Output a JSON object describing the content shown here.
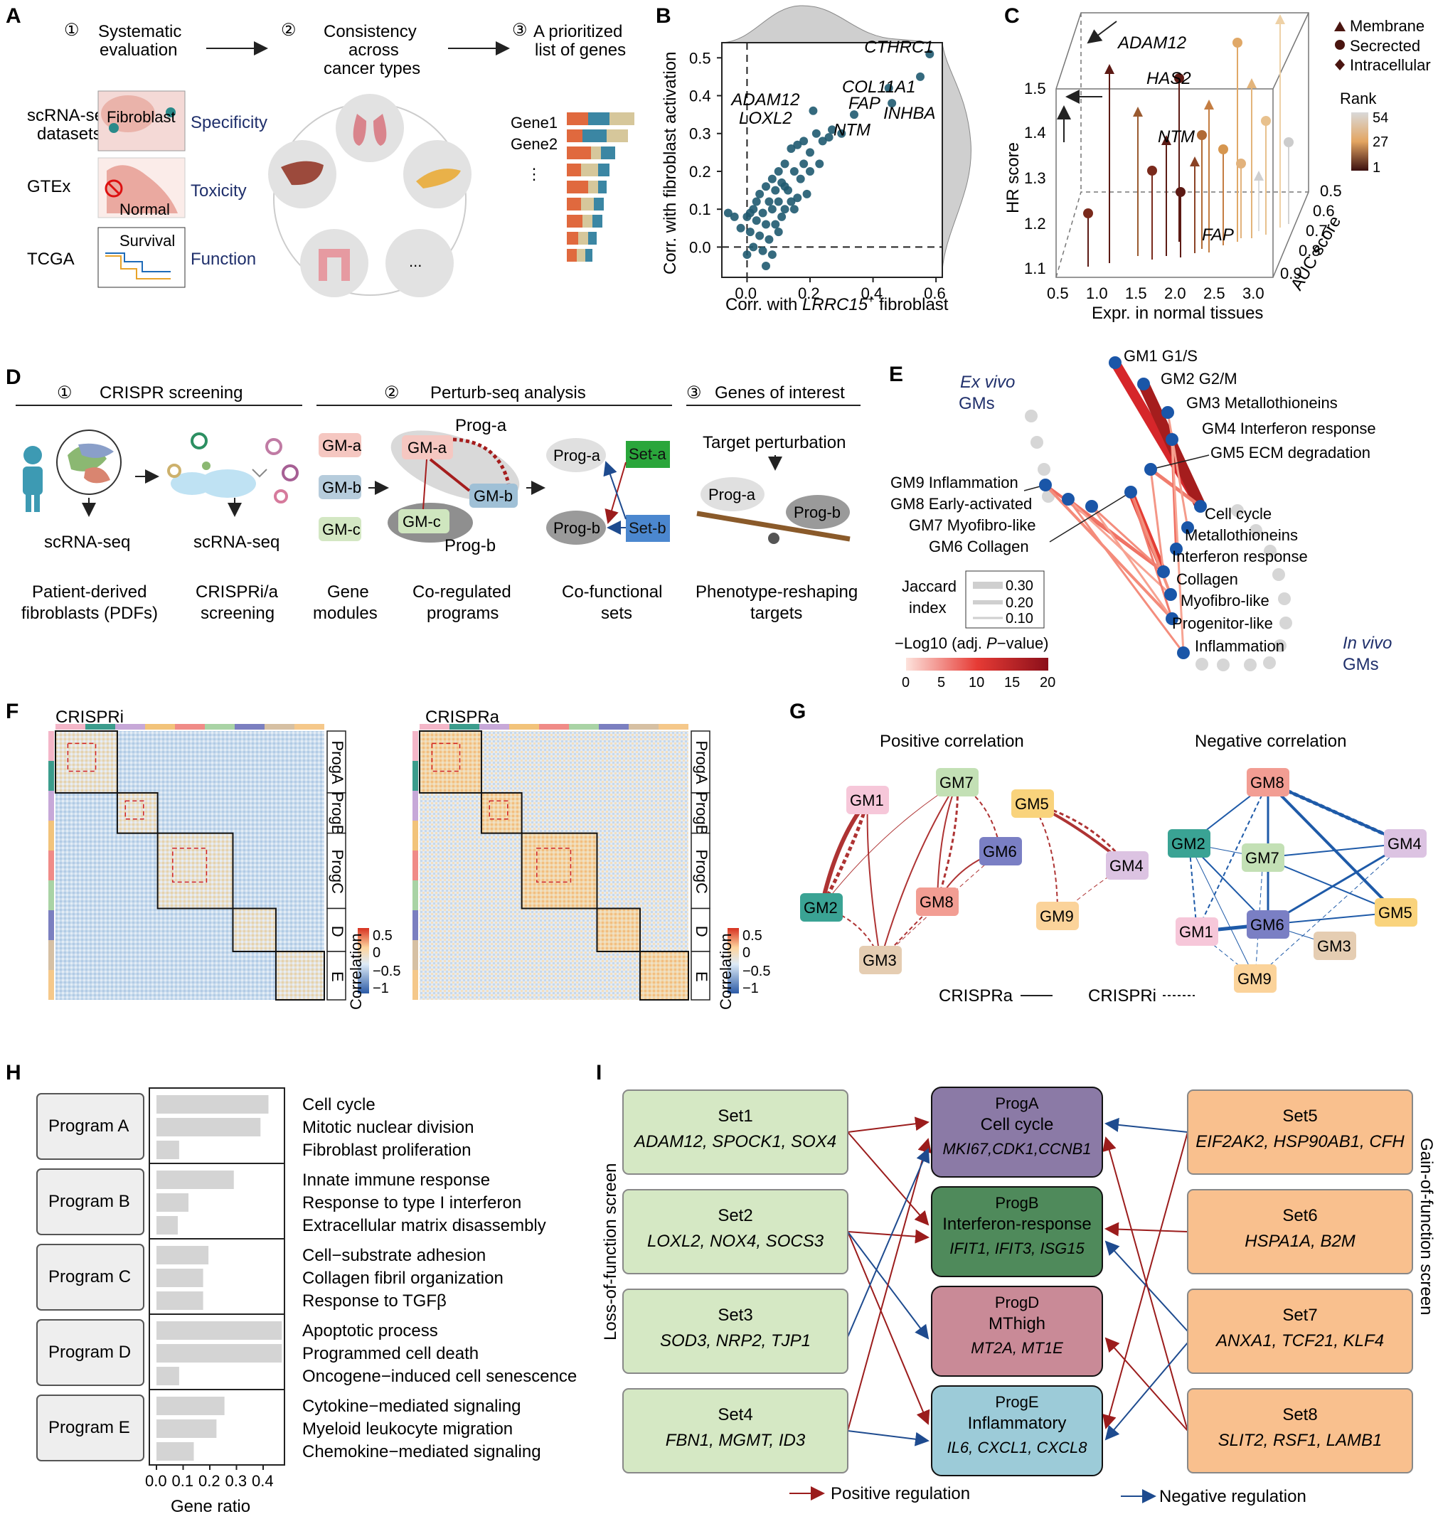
{
  "panels": {
    "A": {
      "label": "A",
      "steps": [
        {
          "num": "①",
          "line1": "Systematic",
          "line2": "evaluation",
          "line3": ""
        },
        {
          "num": "②",
          "line1": "Consistency",
          "line2": "across",
          "line3": "cancer types"
        },
        {
          "num": "③",
          "line1": "A prioritized",
          "line2": "list of genes",
          "line3": ""
        }
      ],
      "rows": [
        {
          "source_line1": "scRNA-seq",
          "source_line2": "datasets",
          "inset": "Fibroblast",
          "criterion": "Specificity"
        },
        {
          "source_line1": "GTEx",
          "source_line2": "",
          "inset": "Normal",
          "criterion": "Toxicity"
        },
        {
          "source_line1": "TCGA",
          "source_line2": "",
          "inset": "Survival",
          "criterion": "Function"
        }
      ],
      "genes": [
        "Gene1",
        "Gene2",
        "⋮"
      ],
      "dots": "..."
    },
    "B": {
      "label": "B",
      "xlabel_pre": "Corr. with ",
      "xlabel_it": "LRRC15",
      "xlabel_sup": "+",
      "xlabel_post": " fibroblast",
      "ylabel": "Corr. with fibroblast activation",
      "xticks": [
        "0.0",
        "0.2",
        "0.4",
        "0.6"
      ],
      "yticks": [
        "0.0",
        "0.1",
        "0.2",
        "0.3",
        "0.4",
        "0.5"
      ]
    },
    "C": {
      "label": "C",
      "xlabel": "Expr. in normal tissues",
      "ylabel": "HR score",
      "zlabel": "AUC score",
      "xticks": [
        "0.5",
        "1.0",
        "1.5",
        "2.0",
        "2.5",
        "3.0"
      ],
      "yticks": [
        "1.1",
        "1.2",
        "1.3",
        "1.4",
        "1.5"
      ],
      "zticks": [
        "0.5",
        "0.6",
        "0.7",
        "0.8",
        "0.9"
      ],
      "legend": [
        "Membrane",
        "Secrected",
        "Intracellular"
      ],
      "rank_title": "Rank",
      "rank_ticks": [
        "54",
        "27",
        "1"
      ],
      "genes": [
        "ADAM12",
        "HAS2",
        "NTM",
        "FAP"
      ]
    },
    "D": {
      "label": "D",
      "sections": [
        {
          "num": "①",
          "title": "CRISPR screening"
        },
        {
          "num": "②",
          "title": "Perturb-seq analysis"
        },
        {
          "num": "③",
          "title": "Genes of interest"
        }
      ],
      "scrna": "scRNA-seq",
      "modules": [
        "GM-a",
        "GM-b",
        "GM-c"
      ],
      "progs": [
        "Prog-a",
        "Prog-b"
      ],
      "sets": [
        "Set-a",
        "Set-b"
      ],
      "target": "Target perturbation",
      "captions": [
        {
          "l1": "Patient-derived",
          "l2": "fibroblasts (PDFs)"
        },
        {
          "l1": "CRISPRi/a",
          "l2": "screening"
        },
        {
          "l1": "Gene",
          "l2": "modules"
        },
        {
          "l1": "Co-regulated",
          "l2": "programs"
        },
        {
          "l1": "Co-functional",
          "l2": "sets"
        },
        {
          "l1": "Phenotype-reshaping",
          "l2": "targets"
        }
      ]
    },
    "E": {
      "label": "E",
      "exvivo_l1": "Ex vivo",
      "exvivo_l2": "GMs",
      "invivo_l1": "In vivo",
      "invivo_l2": "GMs",
      "exvivo_gms": [
        "GM1 G1/S",
        "GM2 G2/M",
        "GM3 Metallothioneins",
        "GM4 Interferon response",
        "GM5 ECM degradation",
        "GM9 Inflammation",
        "GM8 Early-activated",
        "GM7 Myofibro-like",
        "GM6 Collagen"
      ],
      "invivo_gms": [
        "Cell cycle",
        "Metallothioneins",
        "Interferon response",
        "Collagen",
        "Myofibro-like",
        "Progenitor-like",
        "Inflammation"
      ],
      "jaccard_title_l1": "Jaccard",
      "jaccard_title_l2": "index",
      "jaccard_vals": [
        "0.30",
        "0.20",
        "0.10"
      ],
      "pval_title_pre": "−Log10 (adj. ",
      "pval_title_it": "P",
      "pval_title_post": "−value)",
      "pval_ticks": [
        "0",
        "5",
        "10",
        "15",
        "20"
      ]
    },
    "F": {
      "label": "F",
      "titles": [
        "CRISPRi",
        "CRISPRa"
      ],
      "programs": [
        "ProgA",
        "ProgB",
        "ProgC",
        "D",
        "E"
      ],
      "cbar_title": "Correlation",
      "cbar_ticks": [
        "0.5",
        "0",
        "−0.5",
        "−1"
      ]
    },
    "G": {
      "label": "G",
      "titles": [
        "Positive correlation",
        "Negative correlation"
      ],
      "legend_solid": "CRISPRa",
      "legend_dash": "CRISPRi",
      "nodes": [
        "GM1",
        "GM2",
        "GM3",
        "GM4",
        "GM5",
        "GM6",
        "GM7",
        "GM8",
        "GM9"
      ]
    },
    "H": {
      "label": "H",
      "xlabel": "Gene ratio",
      "xticks": [
        "0.0",
        "0.1",
        "0.2",
        "0.3",
        "0.4"
      ],
      "programs": [
        {
          "name": "Program A",
          "terms": [
            "Cell cycle",
            "Mitotic nuclear division",
            "Fibroblast proliferation"
          ],
          "ratios": [
            0.42,
            0.39,
            0.085
          ]
        },
        {
          "name": "Program B",
          "terms": [
            "Innate immune response",
            "Response to type I interferon",
            "Extracellular matrix disassembly"
          ],
          "ratios": [
            0.29,
            0.12,
            0.08
          ]
        },
        {
          "name": "Program C",
          "terms": [
            "Cell−substrate adhesion",
            "Collagen fibril organization",
            "Response to TGFβ"
          ],
          "ratios": [
            0.195,
            0.175,
            0.175
          ]
        },
        {
          "name": "Program D",
          "terms": [
            "Apoptotic process",
            "Programmed cell death",
            "Oncogene−induced cell senescence"
          ],
          "ratios": [
            0.47,
            0.47,
            0.085
          ]
        },
        {
          "name": "Program E",
          "terms": [
            "Cytokine−mediated signaling",
            "Myeloid leukocyte migration",
            "Chemokine−mediated signaling"
          ],
          "ratios": [
            0.255,
            0.225,
            0.14
          ]
        }
      ]
    },
    "I": {
      "label": "I",
      "left_label": "Loss-of-function screen",
      "right_label": "Gain-of-function screen",
      "left_sets": [
        {
          "name": "Set1",
          "genes": "ADAM12, SPOCK1, SOX4"
        },
        {
          "name": "Set2",
          "genes": "LOXL2, NOX4, SOCS3"
        },
        {
          "name": "Set3",
          "genes": "SOD3, NRP2, TJP1"
        },
        {
          "name": "Set4",
          "genes": "FBN1, MGMT, ID3"
        }
      ],
      "right_sets": [
        {
          "name": "Set5",
          "genes": "EIF2AK2, HSP90AB1, CFH"
        },
        {
          "name": "Set6",
          "genes": "HSPA1A, B2M"
        },
        {
          "name": "Set7",
          "genes": "ANXA1, TCF21, KLF4"
        },
        {
          "name": "Set8",
          "genes": "SLIT2, RSF1, LAMB1"
        }
      ],
      "progs": [
        {
          "name": "ProgA",
          "sub": "Cell cycle",
          "genes": "MKI67,CDK1,CCNB1",
          "color": "#8b7aa6"
        },
        {
          "name": "ProgB",
          "sub": "Interferon-response",
          "genes": "IFIT1, IFIT3, ISG15",
          "color": "#4f8a5b"
        },
        {
          "name": "ProgD",
          "sub": "MThigh",
          "genes": "MT2A, MT1E",
          "color": "#c98a97"
        },
        {
          "name": "ProgE",
          "sub": "Inflammatory",
          "genes": "IL6, CXCL1, CXCL8",
          "color": "#9ccbd8"
        }
      ],
      "legend_pos": "Positive regulation",
      "legend_neg": "Negative regulation"
    }
  },
  "chart_data": {
    "type": "scatter",
    "title": "",
    "xlabel": "Corr. with LRRC15+ fibroblast",
    "ylabel": "Corr. with fibroblast activation",
    "xlim": [
      -0.08,
      0.62
    ],
    "ylim": [
      -0.08,
      0.54
    ],
    "labeled_points": [
      {
        "label": "CTHRC1",
        "x": 0.58,
        "y": 0.51
      },
      {
        "label": "COL11A1",
        "x": 0.55,
        "y": 0.45
      },
      {
        "label": "ADAM12",
        "x": 0.21,
        "y": 0.36
      },
      {
        "label": "LOXL2",
        "x": 0.2,
        "y": 0.36
      },
      {
        "label": "FAP",
        "x": 0.34,
        "y": 0.35
      },
      {
        "label": "INHBA",
        "x": 0.46,
        "y": 0.38
      },
      {
        "label": "NTM",
        "x": 0.27,
        "y": 0.31
      }
    ],
    "points": [
      [
        0.58,
        0.51
      ],
      [
        0.55,
        0.45
      ],
      [
        0.46,
        0.38
      ],
      [
        0.45,
        0.42
      ],
      [
        0.34,
        0.35
      ],
      [
        0.27,
        0.31
      ],
      [
        0.21,
        0.36
      ],
      [
        0.26,
        0.29
      ],
      [
        0.3,
        0.3
      ],
      [
        0.22,
        0.3
      ],
      [
        0.18,
        0.28
      ],
      [
        0.16,
        0.27
      ],
      [
        0.14,
        0.26
      ],
      [
        0.2,
        0.25
      ],
      [
        0.24,
        0.28
      ],
      [
        0.12,
        0.22
      ],
      [
        0.1,
        0.2
      ],
      [
        0.15,
        0.2
      ],
      [
        0.18,
        0.22
      ],
      [
        0.08,
        0.18
      ],
      [
        0.11,
        0.17
      ],
      [
        0.06,
        0.16
      ],
      [
        0.09,
        0.15
      ],
      [
        0.13,
        0.15
      ],
      [
        0.04,
        0.14
      ],
      [
        0.07,
        0.12
      ],
      [
        0.1,
        0.12
      ],
      [
        0.02,
        0.1
      ],
      [
        0.05,
        0.09
      ],
      [
        0.08,
        0.1
      ],
      [
        0.12,
        0.1
      ],
      [
        0.0,
        0.08
      ],
      [
        0.03,
        0.07
      ],
      [
        0.06,
        0.06
      ],
      [
        -0.02,
        0.05
      ],
      [
        0.01,
        0.04
      ],
      [
        0.04,
        0.03
      ],
      [
        0.07,
        0.02
      ],
      [
        0.02,
        0.0
      ],
      [
        0.05,
        -0.01
      ],
      [
        0.08,
        -0.02
      ],
      [
        -0.04,
        0.08
      ],
      [
        -0.06,
        0.09
      ],
      [
        0.1,
        0.04
      ],
      [
        0.14,
        0.12
      ],
      [
        0.17,
        0.18
      ],
      [
        0.2,
        0.2
      ],
      [
        0.06,
        -0.05
      ],
      [
        0.0,
        -0.02
      ],
      [
        0.11,
        0.08
      ],
      [
        0.15,
        0.1
      ],
      [
        0.19,
        0.14
      ],
      [
        0.23,
        0.22
      ],
      [
        0.09,
        0.06
      ],
      [
        0.03,
        0.12
      ],
      [
        0.12,
        0.16
      ],
      [
        0.16,
        0.13
      ],
      [
        0.01,
        0.09
      ]
    ],
    "density": true
  }
}
